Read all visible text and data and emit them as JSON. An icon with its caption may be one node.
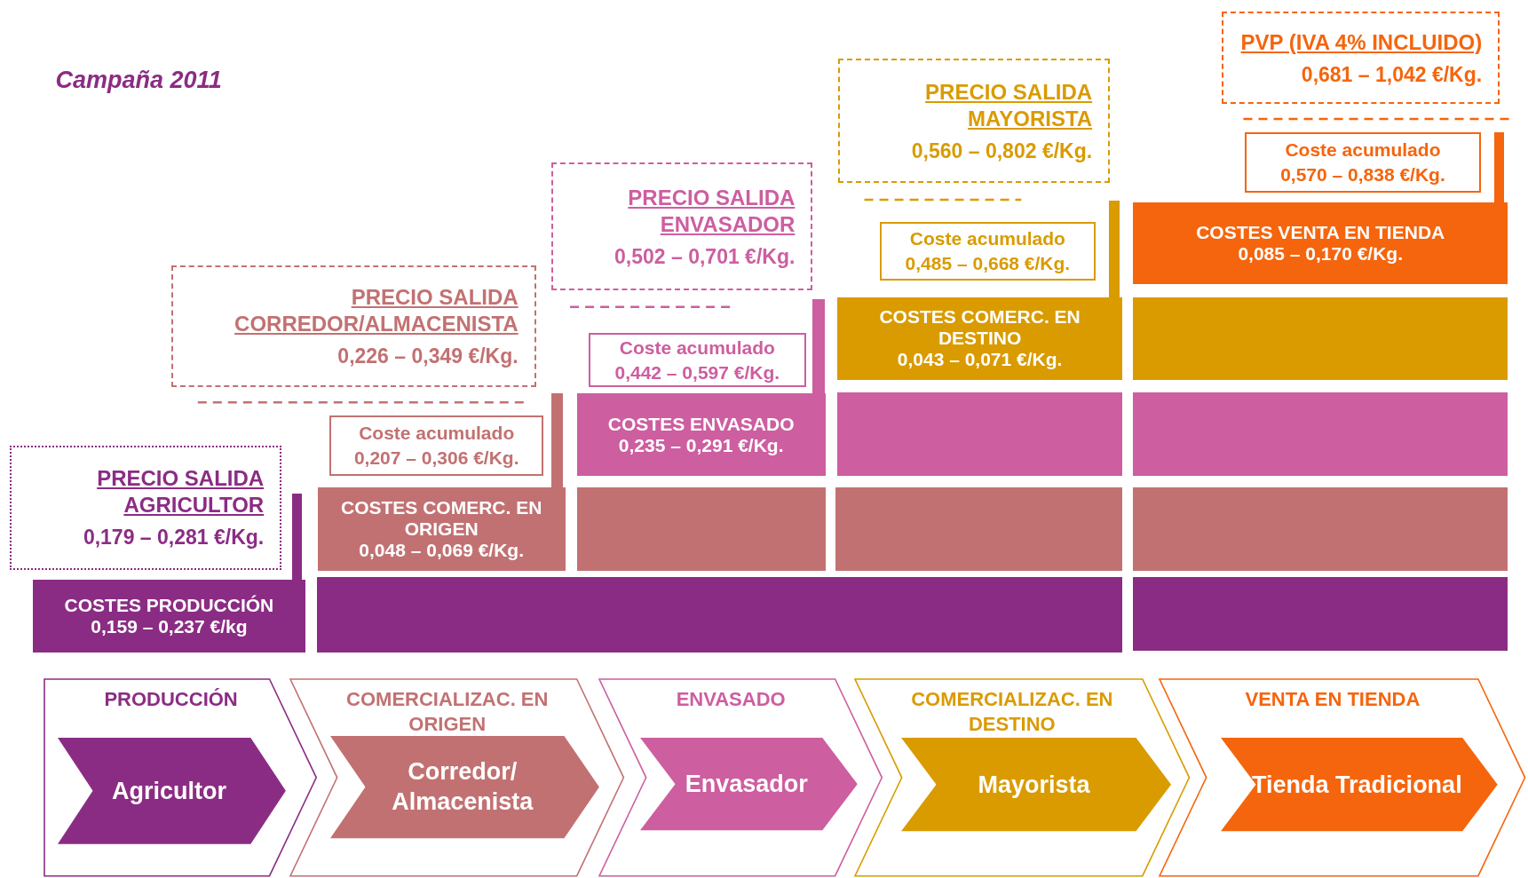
{
  "diagram": {
    "title": "Campaña 2011",
    "nodes": [
      {
        "text": [
          "PRECIO SALIDA AGRICULTOR",
          "0,179 – 0,281 €/Kg."
        ]
      },
      {
        "text": [
          "COSTES PRODUCCIÓN",
          "0,159 – 0,237 €/kg"
        ]
      },
      {
        "text": [
          "PRECIO SALIDA CORREDOR/ALMACENISTA",
          "0,226 – 0,349 €/Kg."
        ]
      },
      {
        "text": [
          "Coste acumulado",
          "0,207 – 0,306 €/Kg."
        ]
      },
      {
        "text": [
          "COSTES  COMERC. EN ORIGEN",
          "0,048 – 0,069 €/Kg."
        ]
      },
      {
        "text": [],
        "shape": "bar"
      },
      {
        "text": [
          "PRECIO SALIDA ENVASADOR",
          "0,502 – 0,701 €/Kg."
        ]
      },
      {
        "text": [
          "Coste acumulado",
          "0,442 – 0,597 €/Kg."
        ]
      },
      {
        "text": [
          "COSTES ENVASADO",
          "0,235 – 0,291 €/Kg."
        ]
      },
      {
        "text": [],
        "shape": "bar"
      },
      {
        "text": [
          "PRECIO SALIDA MAYORISTA",
          "0,560 – 0,802 €/Kg."
        ]
      },
      {
        "text": [
          "Coste acumulado",
          "0,485 – 0,668 €/Kg."
        ]
      },
      {
        "text": [
          "COSTES COMERC. EN DESTINO",
          "0,043 – 0,071 €/Kg."
        ]
      },
      {
        "text": [],
        "shape": "bar"
      },
      {
        "text": [],
        "shape": "bar"
      },
      {
        "text": [
          "PVP (IVA 4% INCLUIDO)",
          "0,681 – 1,042 €/Kg."
        ]
      },
      {
        "text": [
          "Coste acumulado",
          "0,570 – 0,838 €/Kg."
        ]
      },
      {
        "text": [
          "COSTES VENTA EN TIENDA",
          "0,085 – 0,170 €/Kg."
        ]
      },
      {
        "text": [],
        "shape": "bar"
      },
      {
        "text": [],
        "shape": "bar"
      },
      {
        "text": [],
        "shape": "bar"
      },
      {
        "text": [],
        "shape": "bar"
      },
      {
        "text": [
          "PRODUCCIÓN"
        ]
      },
      {
        "text": [
          "Agricultor"
        ],
        "in": 22
      },
      {
        "text": [
          "COMERCIALIZAC. EN ORIGEN"
        ]
      },
      {
        "text": [
          "Corredor/ Almacenista"
        ],
        "in": 24
      },
      {
        "text": [
          "ENVASADO"
        ]
      },
      {
        "text": [
          "Envasador"
        ],
        "in": 26
      },
      {
        "text": [
          "COMERCIALIZAC. EN DESTINO"
        ]
      },
      {
        "text": [
          "Mayorista"
        ],
        "in": 28
      },
      {
        "text": [
          "VENTA EN TIENDA"
        ]
      },
      {
        "text": [
          "Tienda Tradicional"
        ],
        "in": 30
      },
      {
        "text": [],
        "shape": "bar"
      },
      {
        "text": [],
        "shape": "bar"
      },
      {
        "text": [],
        "shape": "bar"
      },
      {
        "text": [],
        "shape": "bar"
      },
      {
        "text": [],
        "shape": "bar"
      }
    ],
    "edges": []
  }
}
